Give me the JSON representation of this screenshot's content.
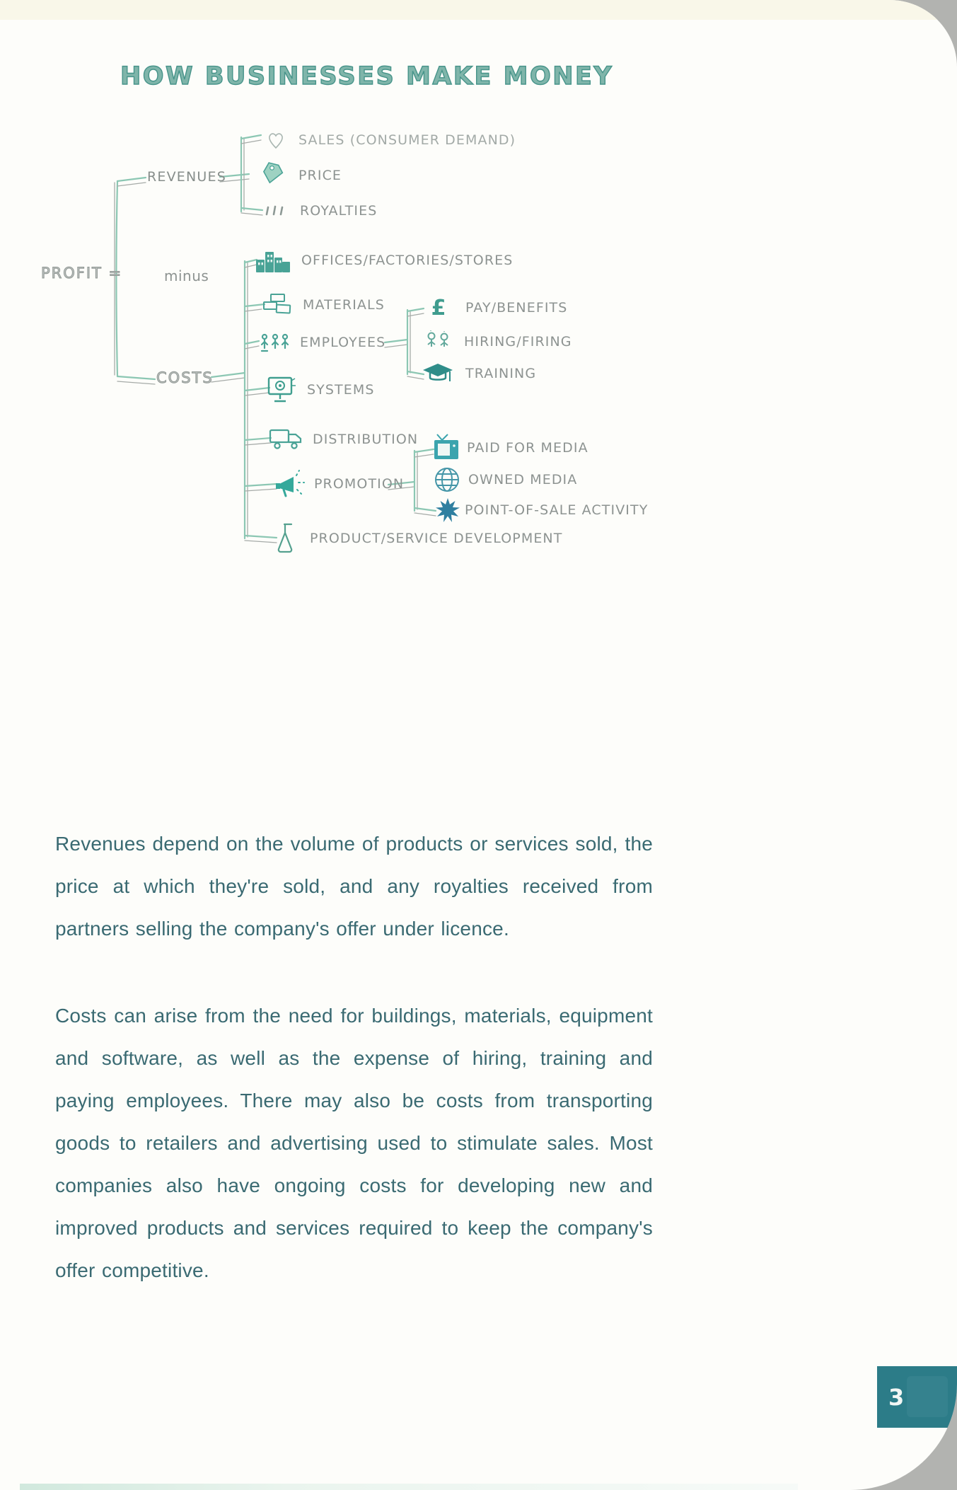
{
  "page": {
    "title": "HOW BUSINESSES MAKE MONEY",
    "page_number": "3"
  },
  "diagram": {
    "profit_label": "PROFIT =",
    "minus_label": "minus",
    "revenues": {
      "label": "REVENUES",
      "items": [
        {
          "label": "SALES (CONSUMER DEMAND)",
          "icon": "heart-icon"
        },
        {
          "label": "PRICE",
          "icon": "price-tag-icon"
        },
        {
          "label": "ROYALTIES",
          "icon": "coins-icon"
        }
      ]
    },
    "costs": {
      "label": "COSTS",
      "items": [
        {
          "label": "OFFICES/FACTORIES/STORES",
          "icon": "buildings-icon"
        },
        {
          "label": "MATERIALS",
          "icon": "boxes-icon"
        },
        {
          "label": "EMPLOYEES",
          "icon": "people-icon"
        },
        {
          "label": "SYSTEMS",
          "icon": "computer-icon"
        },
        {
          "label": "DISTRIBUTION",
          "icon": "truck-icon"
        },
        {
          "label": "PROMOTION",
          "icon": "megaphone-icon"
        },
        {
          "label": "PRODUCT/SERVICE DEVELOPMENT",
          "icon": "flask-icon"
        }
      ],
      "employees_sub": [
        {
          "label": "PAY/BENEFITS",
          "icon": "pound-icon",
          "glyph": "£"
        },
        {
          "label": "HIRING/FIRING",
          "icon": "hiring-icon"
        },
        {
          "label": "TRAINING",
          "icon": "graduation-cap-icon"
        }
      ],
      "promotion_sub": [
        {
          "label": "PAID FOR MEDIA",
          "icon": "tv-icon"
        },
        {
          "label": "OWNED MEDIA",
          "icon": "globe-icon"
        },
        {
          "label": "POINT-OF-SALE ACTIVITY",
          "icon": "starburst-icon"
        }
      ]
    }
  },
  "body": {
    "paragraph1": "Revenues depend on the volume of products or services sold, the price at which they're sold, and any royalties received from partners selling the company's offer under licence.",
    "paragraph2": "Costs can arise from the need for buildings, materials, equipment and software, as well as the expense of hiring, training and paying employees. There may also be costs from transporting goods to retailers and advertising used to stimulate sales. Most companies also have ongoing costs for developing new and improved products and services required to keep the company's offer competitive."
  },
  "colors": {
    "accent_teal": "#4aa396",
    "line_green": "#8cc7b3",
    "label_gray": "#8d9391",
    "body_text": "#3a6a72",
    "page_number_bg": "#2c7c88",
    "background_gray": "#b2b3b0"
  }
}
